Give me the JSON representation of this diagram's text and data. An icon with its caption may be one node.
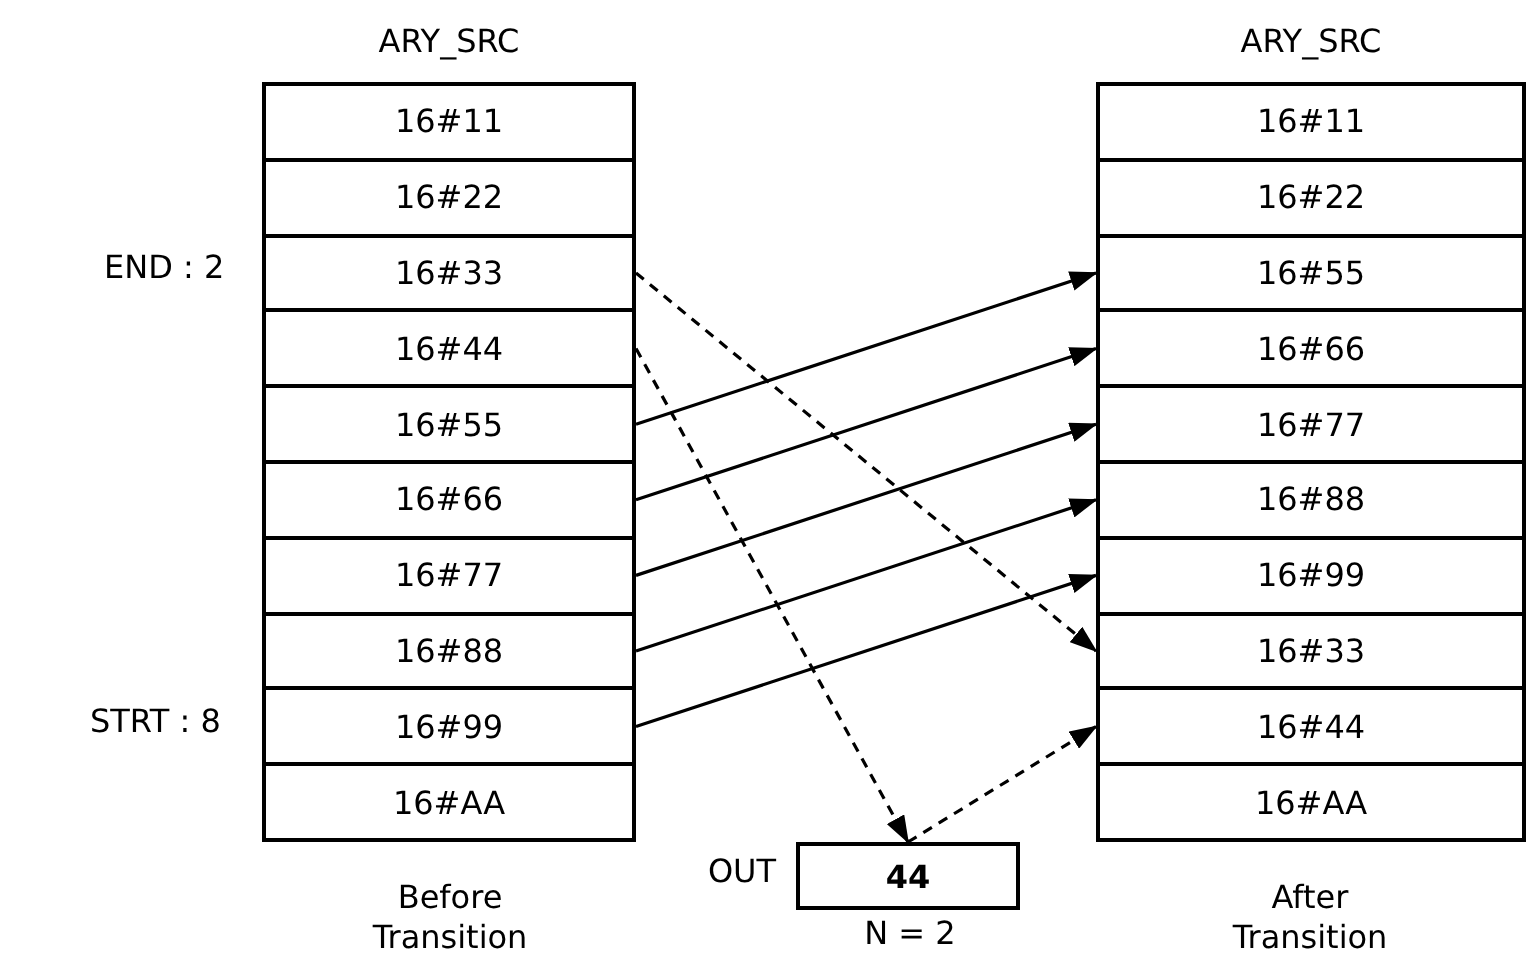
{
  "diagram": {
    "nodes": [
      {
        "text": [
          "ARY_SRC"
        ],
        "beside": [
          "Before Transition"
        ]
      },
      {
        "text": [
          "16#11"
        ],
        "in": 0
      },
      {
        "text": [
          "16#22"
        ],
        "in": 0
      },
      {
        "text": [
          "16#33"
        ],
        "in": 0
      },
      {
        "text": [
          "16#44"
        ],
        "in": 0
      },
      {
        "text": [
          "16#55"
        ],
        "in": 0
      },
      {
        "text": [
          "16#66"
        ],
        "in": 0
      },
      {
        "text": [
          "16#77"
        ],
        "in": 0
      },
      {
        "text": [
          "16#88"
        ],
        "in": 0
      },
      {
        "text": [
          "16#99"
        ],
        "in": 0
      },
      {
        "text": [
          "16#AA"
        ],
        "in": 0
      },
      {
        "text": [
          "ARY_SRC"
        ],
        "beside": [
          "After Transition"
        ]
      },
      {
        "text": [
          "16#11"
        ],
        "in": 11
      },
      {
        "text": [
          "16#22"
        ],
        "in": 11
      },
      {
        "text": [
          "16#55"
        ],
        "in": 11
      },
      {
        "text": [
          "16#66"
        ],
        "in": 11
      },
      {
        "text": [
          "16#77"
        ],
        "in": 11
      },
      {
        "text": [
          "16#88"
        ],
        "in": 11
      },
      {
        "text": [
          "16#99"
        ],
        "in": 11
      },
      {
        "text": [
          "16#33"
        ],
        "in": 11
      },
      {
        "text": [
          "16#44"
        ],
        "in": 11
      },
      {
        "text": [
          "16#AA"
        ],
        "in": 11
      },
      {
        "text": [
          "44"
        ],
        "beside": [
          "OUT",
          "N = 2"
        ]
      }
    ],
    "edges": [
      {
        "from": 5,
        "to": 14,
        "arrow": "to"
      },
      {
        "from": 6,
        "to": 15,
        "arrow": "to"
      },
      {
        "from": 7,
        "to": 16,
        "arrow": "to"
      },
      {
        "from": 8,
        "to": 17,
        "arrow": "to"
      },
      {
        "from": 9,
        "to": 18,
        "arrow": "to"
      },
      {
        "from": 3,
        "to": 19,
        "arrow": "to",
        "style": "dashed"
      },
      {
        "from": 4,
        "to": 22,
        "arrow": "to",
        "style": "dashed"
      },
      {
        "from": 22,
        "to": 20,
        "arrow": "to",
        "style": "dashed"
      }
    ],
    "labels": [
      "END : 2",
      "STRT : 8"
    ]
  }
}
